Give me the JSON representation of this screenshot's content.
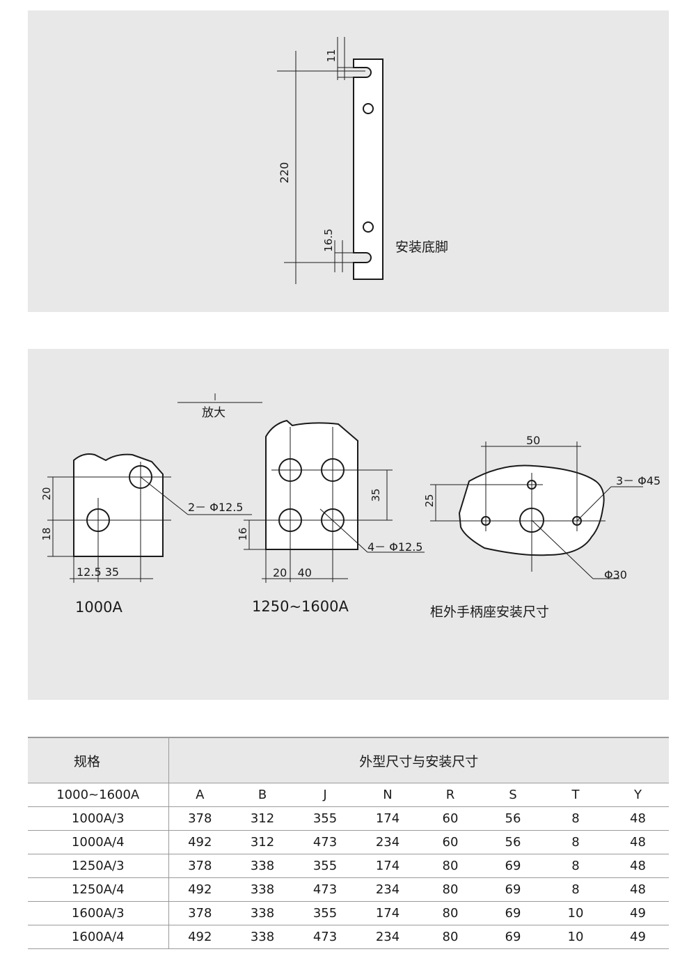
{
  "panel_top": {
    "dim_top": "11",
    "dim_total": "220",
    "dim_bottom": "16.5",
    "label": "安装底脚"
  },
  "panel_mid": {
    "magnify_label": "放大",
    "d1000": {
      "dim_v1": "20",
      "dim_v2": "18",
      "dim_h": "12.5 35",
      "hole_note": "2－ Φ12.5",
      "caption": "1000A"
    },
    "d1250": {
      "dim_v1": "35",
      "dim_v2": "16",
      "dim_h": "20   40",
      "hole_note": "4－ Φ12.5",
      "caption": "1250~1600A"
    },
    "handle": {
      "dim_w": "50",
      "dim_h": "25",
      "small_holes": "3－ Φ45",
      "big_hole": "Φ30",
      "caption": "柜外手柄座安装尺寸"
    }
  },
  "table": {
    "header_spec": "规格",
    "header_dims": "外型尺寸与安装尺寸",
    "model_range": "1000~1600A",
    "columns": [
      "A",
      "B",
      "J",
      "N",
      "R",
      "S",
      "T",
      "Y"
    ],
    "rows": [
      {
        "spec": "1000A/3",
        "values": [
          "378",
          "312",
          "355",
          "174",
          "60",
          "56",
          "8",
          "48"
        ]
      },
      {
        "spec": "1000A/4",
        "values": [
          "492",
          "312",
          "473",
          "234",
          "60",
          "56",
          "8",
          "48"
        ]
      },
      {
        "spec": "1250A/3",
        "values": [
          "378",
          "338",
          "355",
          "174",
          "80",
          "69",
          "8",
          "48"
        ]
      },
      {
        "spec": "1250A/4",
        "values": [
          "492",
          "338",
          "473",
          "234",
          "80",
          "69",
          "8",
          "48"
        ]
      },
      {
        "spec": "1600A/3",
        "values": [
          "378",
          "338",
          "355",
          "174",
          "80",
          "69",
          "10",
          "49"
        ]
      },
      {
        "spec": "1600A/4",
        "values": [
          "492",
          "338",
          "473",
          "234",
          "80",
          "69",
          "10",
          "49"
        ]
      }
    ]
  }
}
